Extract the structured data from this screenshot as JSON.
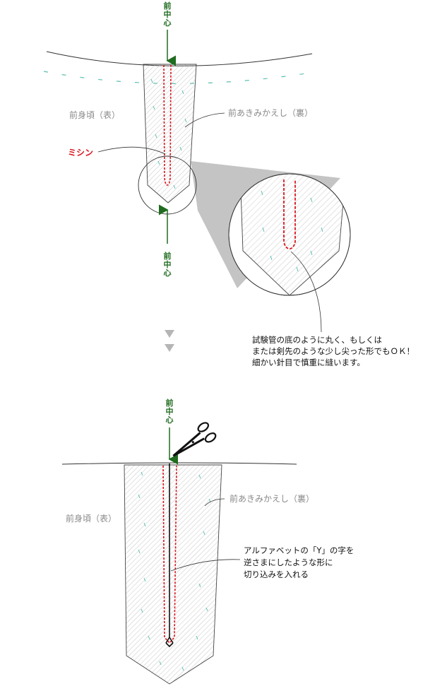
{
  "top": {
    "center_label_top": [
      "前",
      "中",
      "心"
    ],
    "center_label_bottom": [
      "前",
      "中",
      "心"
    ],
    "body_label": "前身頃（表）",
    "facing_label": "前あきみかえし（裏）",
    "stitch_label": "ミシン",
    "note_lines": [
      "試験管の底のように丸く、もしくは",
      "または剣先のような少し尖った形でもＯＫ！",
      "細かい針目で慎重に縫います。"
    ]
  },
  "bottom": {
    "center_label": [
      "前",
      "中",
      "心"
    ],
    "body_label": "前身頃（表）",
    "facing_label": "前あきみかえし（裏）",
    "cut_note_lines": [
      "アルファベットの「Y」の字を",
      "逆さまにしたような形に",
      "切り込みを入れる"
    ],
    "scissors": "scissors-icon"
  },
  "colors": {
    "green": "#1f6b1f",
    "red": "#d8141c",
    "teal": "#5bbfb0",
    "gray": "#8a8a8a",
    "hatch": "#b8b8b8"
  }
}
